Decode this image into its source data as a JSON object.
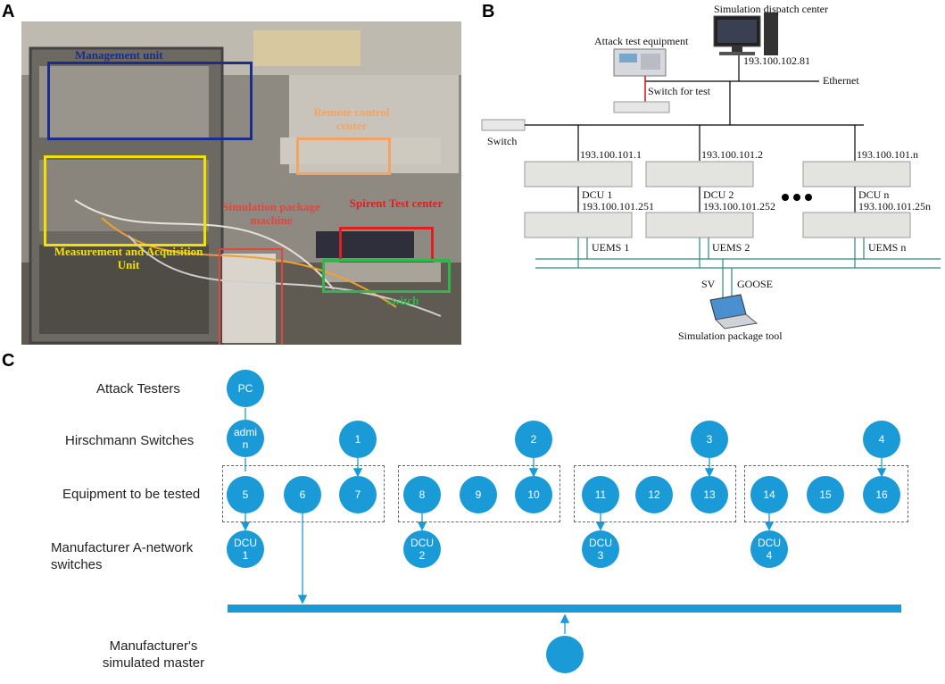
{
  "panels": {
    "a": "A",
    "b": "B",
    "c": "C"
  },
  "photo": {
    "labels": {
      "management": "Management unit",
      "remote_control": "Remote control center",
      "measurement": "Measurement and Acquisition Unit",
      "simulation_package": "Simulation package machine",
      "spirent": "Spirent Test center",
      "switch": "switch"
    },
    "colors": {
      "management": "#1a2c8c",
      "remote_control": "#f4a460",
      "measurement": "#f2e200",
      "simulation_package": "#e0473d",
      "spirent": "#e02020",
      "switch": "#2fb84a"
    }
  },
  "network": {
    "dispatch_center": "Simulation dispatch center",
    "dispatch_ip": "193.100.102.81",
    "ethernet": "Ethernet",
    "attack_equipment": "Attack test equipment",
    "switch_for_test": "Switch for test",
    "switch": "Switch",
    "dcu_ips": [
      "193.100.101.1",
      "193.100.101.2",
      "193.100.101.n"
    ],
    "dcu_names": [
      "DCU 1",
      "DCU 2",
      "DCU n"
    ],
    "uems_ips": [
      "193.100.101.251",
      "193.100.101.252",
      "193.100.101.25n"
    ],
    "uems_names": [
      "UEMS 1",
      "UEMS 2",
      "UEMS n"
    ],
    "sv": "SV",
    "goose": "GOOSE",
    "tool": "Simulation package tool"
  },
  "topology": {
    "row_labels": {
      "attack": "Attack Testers",
      "hirschmann": "Hirschmann Switches",
      "equipment": "Equipment to be tested",
      "manufacturer_a": "Manufacturer A-network switches",
      "master": "Manufacturer's simulated master"
    },
    "pc": "PC",
    "admin": "admin",
    "switches": [
      "1",
      "2",
      "3",
      "4"
    ],
    "equipment": [
      "5",
      "6",
      "7",
      "8",
      "9",
      "10",
      "11",
      "12",
      "13",
      "14",
      "15",
      "16"
    ],
    "dcus": [
      "DCU 1",
      "DCU 2",
      "DCU 3",
      "DCU 4"
    ],
    "node_color": "#1a9ad6"
  }
}
